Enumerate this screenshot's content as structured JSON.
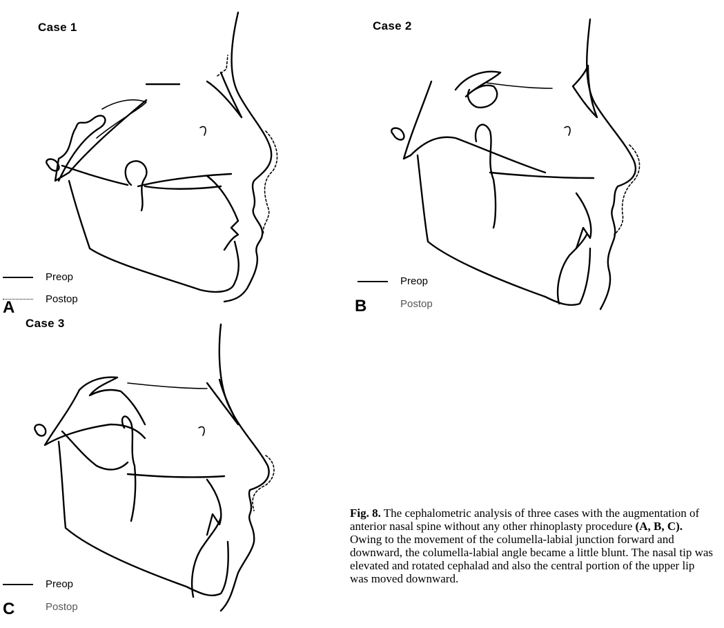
{
  "figure": {
    "panels": [
      {
        "title": "Case 1",
        "letter": "A",
        "legend": [
          {
            "label": "Preop",
            "style": "solid"
          },
          {
            "label": "Postop",
            "style": "dotted"
          }
        ]
      },
      {
        "title": "Case 2",
        "letter": "B",
        "legend": [
          {
            "label": "Preop",
            "style": "solid"
          },
          {
            "label": "Postop",
            "style": "dotted"
          }
        ]
      },
      {
        "title": "Case 3",
        "letter": "C",
        "legend": [
          {
            "label": "Preop",
            "style": "solid"
          },
          {
            "label": "Postop",
            "style": "dotted"
          }
        ]
      }
    ]
  },
  "caption": {
    "label": "Fig. 8.",
    "text_1": " The cephalometric analysis of three cases with the augmentation of anterior nasal spine without any other rhinoplasty procedure ",
    "refs": "(A, B, C).",
    "text_2": " Owing to the movement of the columella-labial junction forward and downward, the columella-labial angle became a little blunt. The nasal tip was elevated and rotated cephalad and also the central portion of the upper lip was moved downward."
  }
}
